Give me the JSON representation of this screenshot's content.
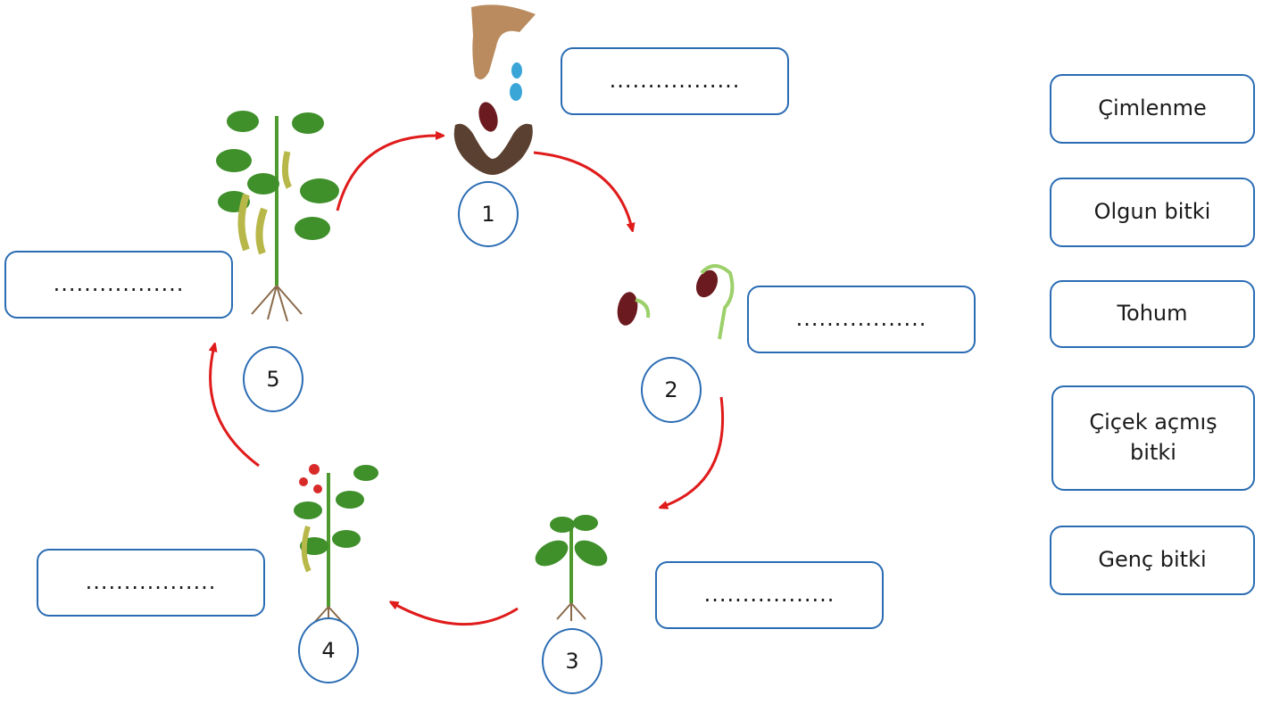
{
  "blank_boxes": [
    {
      "id": "stage1",
      "text": "................."
    },
    {
      "id": "stage2",
      "text": "................."
    },
    {
      "id": "stage3",
      "text": "................."
    },
    {
      "id": "stage4",
      "text": "................."
    },
    {
      "id": "stage5",
      "text": "................."
    }
  ],
  "stage_numbers": [
    "1",
    "2",
    "3",
    "4",
    "5"
  ],
  "word_bank": [
    "Çimlenme",
    "Olgun bitki",
    "Tohum",
    "Çiçek açmış bitki",
    "Genç bitki"
  ],
  "colors": {
    "box_border": "#2a6cb3",
    "arrow": "#e01b1b",
    "leaf": "#3f8f2a",
    "pod": "#b8b84a",
    "flower": "#d92a2a",
    "bean": "#6b1a1f"
  }
}
